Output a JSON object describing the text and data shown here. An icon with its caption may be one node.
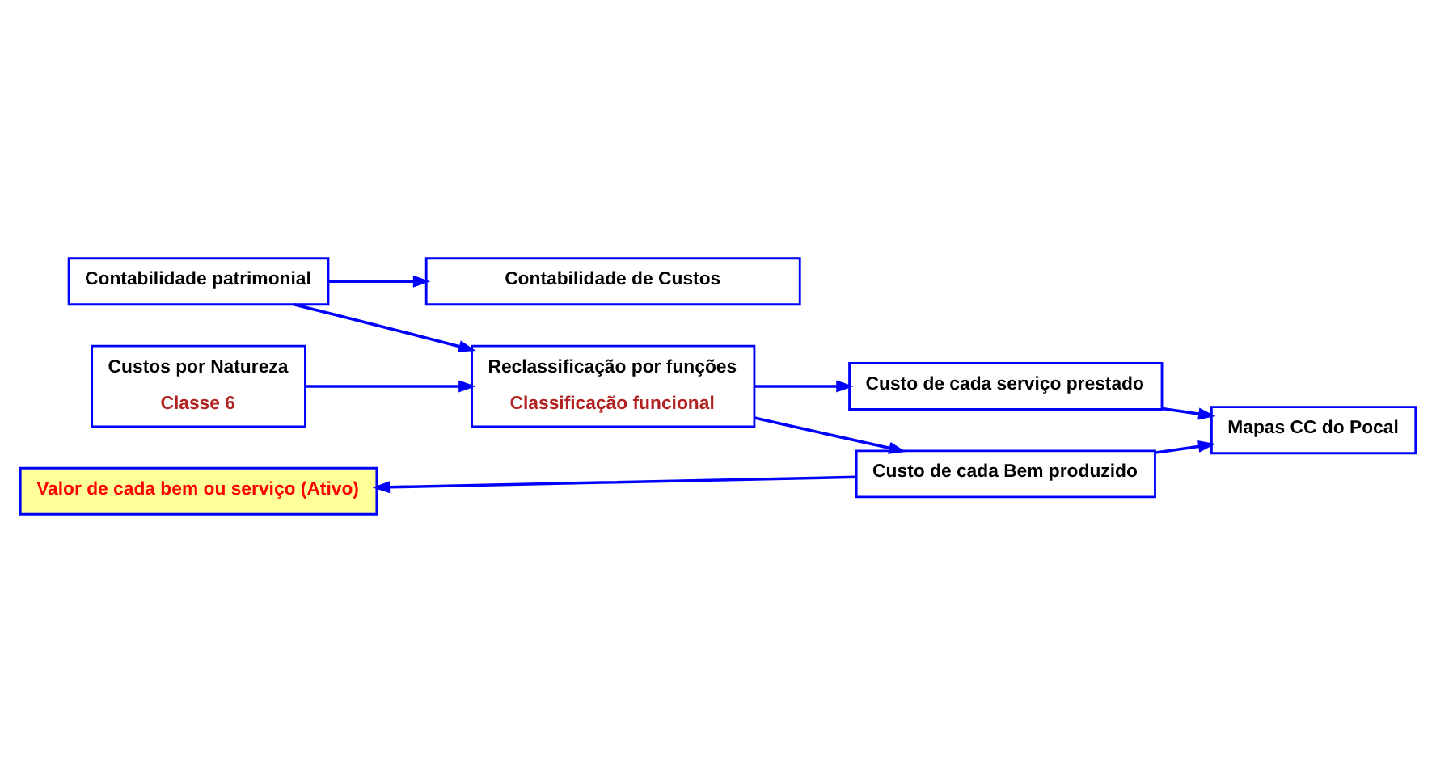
{
  "diagram": {
    "nodes": [
      {
        "text": [
          "Contabilidade patrimonial"
        ]
      },
      {
        "text": [
          "Contabilidade de Custos"
        ]
      },
      {
        "text": [
          "Custos por Natureza",
          "Classe 6"
        ]
      },
      {
        "text": [
          "Reclassificação por funções",
          "Classificação funcional"
        ]
      },
      {
        "text": [
          "Custo de cada serviço prestado"
        ]
      },
      {
        "text": [
          "Mapas CC do Pocal"
        ]
      },
      {
        "text": [
          "Custo de cada Bem produzido"
        ]
      },
      {
        "text": [
          "Valor de cada bem ou serviço (Ativo)"
        ]
      }
    ],
    "edges": [
      {
        "from": 0,
        "to": 1,
        "arrow": "to"
      },
      {
        "from": 0,
        "to": 3,
        "arrow": "to"
      },
      {
        "from": 2,
        "to": 3,
        "arrow": "to"
      },
      {
        "from": 3,
        "to": 4,
        "arrow": "to"
      },
      {
        "from": 3,
        "to": 6,
        "arrow": "to"
      },
      {
        "from": 4,
        "to": 5,
        "arrow": "to"
      },
      {
        "from": 6,
        "to": 5,
        "arrow": "to"
      },
      {
        "from": 6,
        "to": 7,
        "arrow": "to"
      }
    ]
  }
}
